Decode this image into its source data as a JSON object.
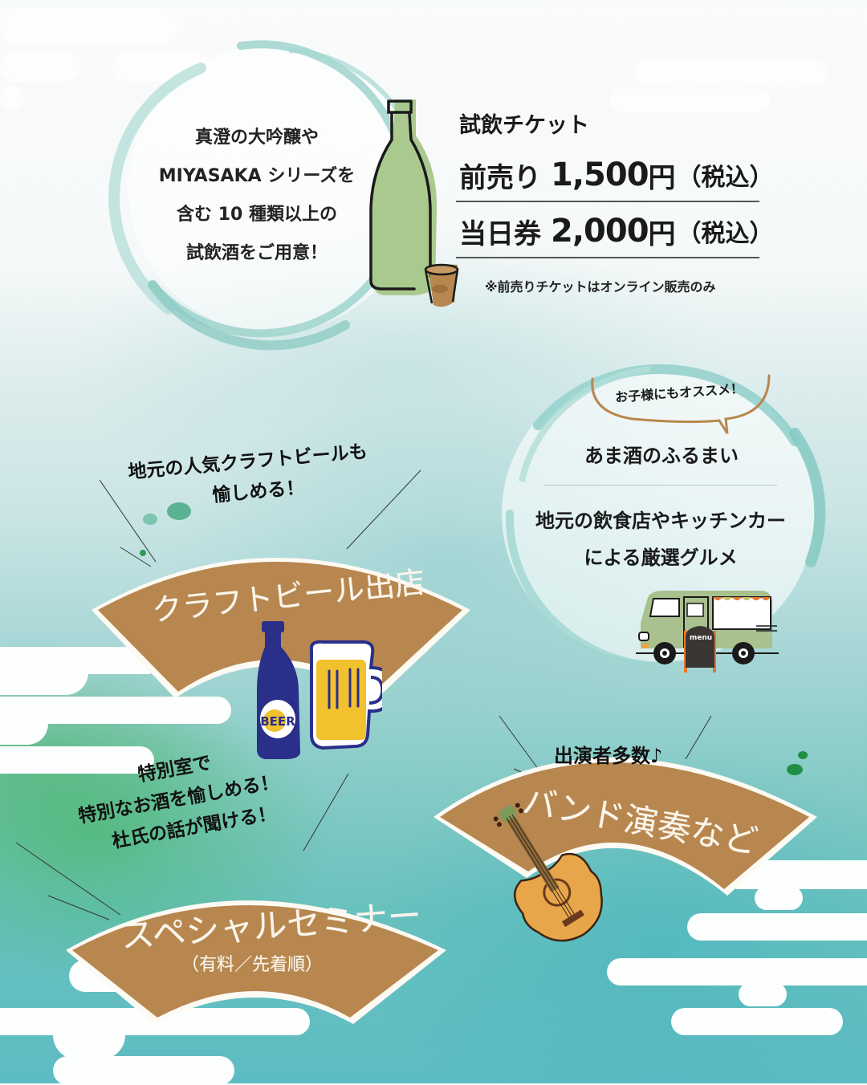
{
  "colors": {
    "fan_brown": "#b7874f",
    "ring_teal": "#8fcfc9",
    "bottle_green": "#a9c98e",
    "beer_navy": "#2a2f8a",
    "beer_yellow": "#f2c12e",
    "guitar_orange": "#e8a64a",
    "truck_green": "#a9c08f",
    "text_dark": "#1a1a1a",
    "text_light": "#fbf6ec"
  },
  "sake_intro": {
    "lines": [
      "真澄の大吟醸や",
      "MIYASAKA シリーズを",
      "含む 10 種類以上の",
      "試飲酒をご用意！"
    ],
    "icon": "sake-bottle-and-cup-icon"
  },
  "ticket": {
    "title": "試飲チケット",
    "rows": [
      {
        "label": "前売り",
        "amount": "1,500",
        "unit": "円",
        "tax": "（税込）"
      },
      {
        "label": "当日券",
        "amount": "2,000",
        "unit": "円",
        "tax": "（税込）"
      }
    ],
    "note": "※前売りチケットはオンライン販売のみ"
  },
  "food_section": {
    "bubble": "お子様にもオススメ！",
    "amazake": "あま酒のふるまい",
    "gourmet_lines": [
      "地元の飲食店やキッチンカー",
      "による厳選グルメ"
    ],
    "truck_sign": "menu",
    "icon": "food-truck-icon"
  },
  "craft_beer": {
    "caption_lines": [
      "地元の人気クラフトビールも",
      "愉しめる！"
    ],
    "fan_title": "クラフトビール出店",
    "bottle_label": "BEER",
    "icon": "beer-bottle-and-mug-icon"
  },
  "band": {
    "caption": "出演者多数♪",
    "fan_title": "バンド演奏など",
    "icon": "guitar-icon"
  },
  "seminar": {
    "caption_lines": [
      "特別室で",
      "特別なお酒を愉しめる！",
      "杜氏の話が聞ける！"
    ],
    "fan_title": "スペシャルセミナー",
    "fan_subtitle": "（有料／先着順）"
  }
}
